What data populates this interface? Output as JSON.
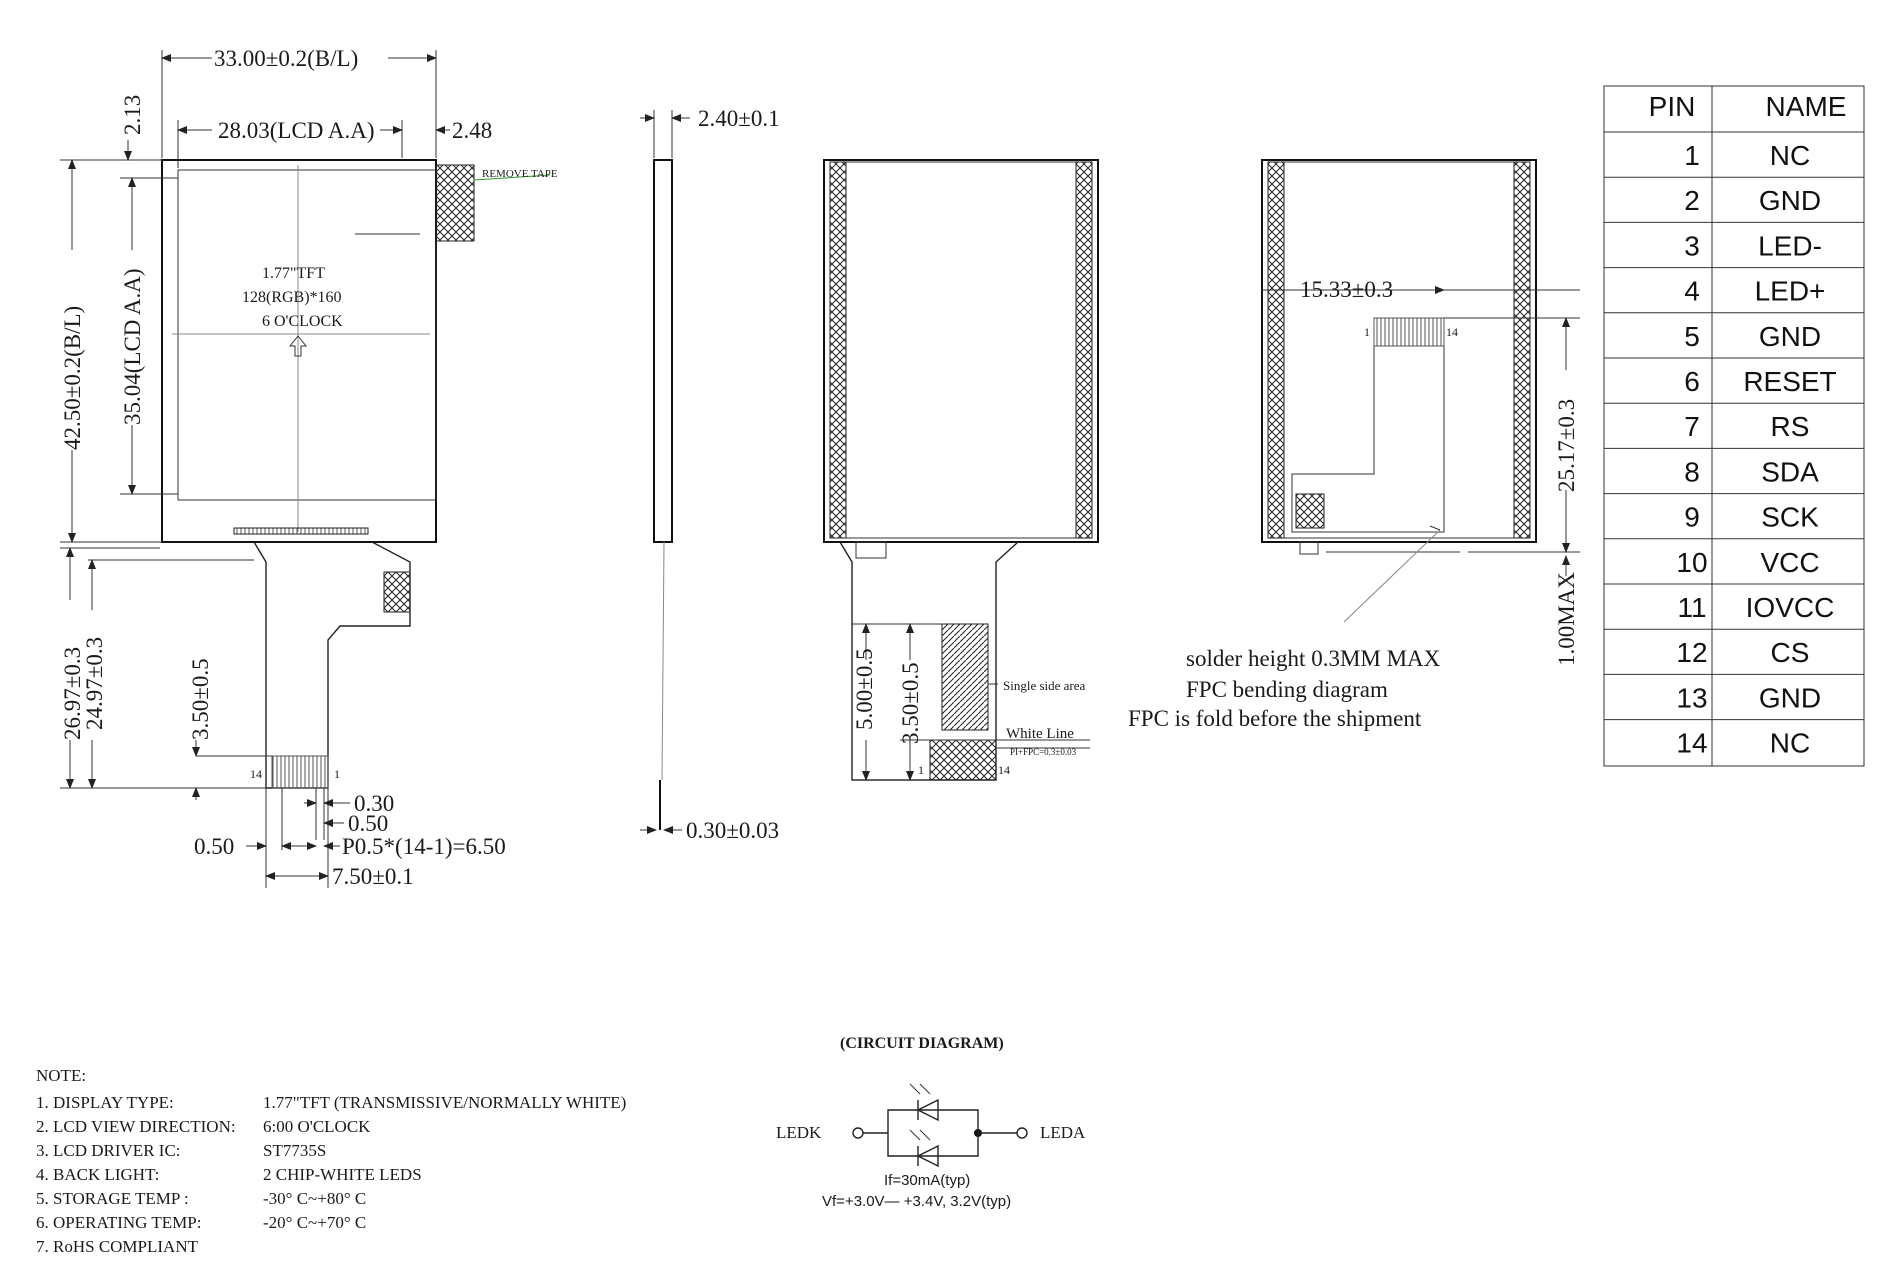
{
  "front_view": {
    "dim_width": "33.00±0.2(B/L)",
    "dim_lcd_width": "28.03(LCD A.A)",
    "dim_right_offset": "2.48",
    "dim_top_offset": "2.13",
    "dim_height": "42.50±0.2(B/L)",
    "dim_lcd_height": "35.04(LCD A.A)",
    "remove_tape": "REMOVE TAPE",
    "center_line1": "1.77\"TFT",
    "center_line2": "128(RGB)*160",
    "center_line3": "6 O'CLOCK",
    "dim_fpc_len1": "26.97±0.3",
    "dim_fpc_len2": "24.97±0.3",
    "dim_fpc_tail": "3.50±0.5",
    "pin_first_label": "14",
    "pin_last_label": "1",
    "dim_pad_width": "0.30",
    "dim_pad_gap": "0.50",
    "dim_left_margin": "0.50",
    "dim_pitch": "P0.5*(14-1)=6.50",
    "dim_fpc_width": "7.50±0.1"
  },
  "side_view": {
    "dim_thickness": "2.40±0.1",
    "dim_fpc_thickness": "0.30±0.03"
  },
  "back_view": {
    "dim_area": "5.00±0.5",
    "dim_tail": "3.50±0.5",
    "single_side_area": "Single side area",
    "white_line": "White Line",
    "pi_fpc": "PI+FPC=0.3±0.03",
    "pin1": "1",
    "pin14": "14"
  },
  "bend_view": {
    "dim_offset": "15.33±0.3",
    "dim_height": "25.17±0.3",
    "dim_max": "1.00MAX",
    "pin1": "1",
    "pin14": "14"
  },
  "bend_notes": [
    "solder height 0.3MM MAX",
    "FPC bending diagram",
    "FPC is fold before the shipment"
  ],
  "pin_table": {
    "header_pin": "PIN",
    "header_name": "NAME",
    "rows": [
      {
        "pin": "1",
        "name": "NC"
      },
      {
        "pin": "2",
        "name": "GND"
      },
      {
        "pin": "3",
        "name": "LED-"
      },
      {
        "pin": "4",
        "name": "LED+"
      },
      {
        "pin": "5",
        "name": "GND"
      },
      {
        "pin": "6",
        "name": "RESET"
      },
      {
        "pin": "7",
        "name": "RS"
      },
      {
        "pin": "8",
        "name": "SDA"
      },
      {
        "pin": "9",
        "name": "SCK"
      },
      {
        "pin": "10",
        "name": "VCC"
      },
      {
        "pin": "11",
        "name": "IOVCC"
      },
      {
        "pin": "12",
        "name": "CS"
      },
      {
        "pin": "13",
        "name": "GND"
      },
      {
        "pin": "14",
        "name": "NC"
      }
    ]
  },
  "notes": {
    "title": "NOTE:",
    "items": [
      {
        "label": "1. DISPLAY TYPE:",
        "value": "1.77\"TFT (TRANSMISSIVE/NORMALLY WHITE)"
      },
      {
        "label": "2. LCD VIEW DIRECTION:",
        "value": "6:00  O'CLOCK"
      },
      {
        "label": "3. LCD DRIVER IC:",
        "value": "ST7735S"
      },
      {
        "label": "4. BACK LIGHT:",
        "value": "2 CHIP-WHITE LEDS"
      },
      {
        "label": "5. STORAGE TEMP :",
        "value": "-30° C~+80° C"
      },
      {
        "label": "6. OPERATING TEMP:",
        "value": "-20° C~+70° C"
      },
      {
        "label": "7. RoHS COMPLIANT",
        "value": ""
      }
    ]
  },
  "circuit": {
    "title": "(CIRCUIT DIAGRAM)",
    "left_label": "LEDK",
    "right_label": "LEDA",
    "current": "If=30mA(typ)",
    "voltage": "Vf=+3.0V— +3.4V,  3.2V(typ)"
  }
}
